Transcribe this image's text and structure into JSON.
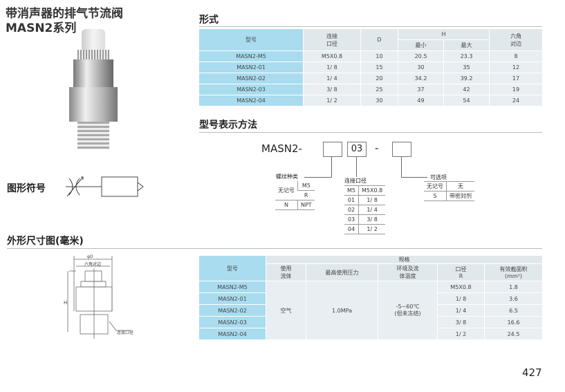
{
  "title": {
    "line1": "带消声器的排气节流阀",
    "line2": "MASN2系列"
  },
  "sections": {
    "form": "形式",
    "model_code": "型号表示方法",
    "symbol": "图形符号",
    "dimensions": "外形尺寸图(毫米)"
  },
  "table1": {
    "headers": {
      "model": "型号",
      "port": "连接\n口径",
      "d": "D",
      "h": "H",
      "h_min": "最小",
      "h_max": "最大",
      "hex": "六角\n对边"
    },
    "rows": [
      [
        "MASN2-M5",
        "M5X0.8",
        "10",
        "20.5",
        "23.3",
        "8"
      ],
      [
        "MASN2-01",
        "1/ 8",
        "15",
        "30",
        "35",
        "12"
      ],
      [
        "MASN2-02",
        "1/ 4",
        "20",
        "34.2",
        "39.2",
        "17"
      ],
      [
        "MASN2-03",
        "3/ 8",
        "25",
        "37",
        "42",
        "19"
      ],
      [
        "MASN2-04",
        "1/ 2",
        "30",
        "49",
        "54",
        "24"
      ]
    ]
  },
  "model_code": {
    "prefix": "MASN2-",
    "port_value": "03",
    "dash": "-",
    "thread": {
      "label": "螺纹种类",
      "none": "无记号",
      "m5": "M5",
      "r": "R",
      "n": "N",
      "npt": "NPT"
    },
    "port": {
      "label": "连接口径",
      "rows": [
        [
          "M5",
          "M5X0.8"
        ],
        [
          "01",
          "1/ 8"
        ],
        [
          "02",
          "1/ 4"
        ],
        [
          "03",
          "3/ 8"
        ],
        [
          "04",
          "1/ 2"
        ]
      ]
    },
    "option": {
      "label": "可选项",
      "rows": [
        [
          "无记号",
          "无"
        ],
        [
          "S",
          "带密封剂"
        ]
      ]
    }
  },
  "drawing": {
    "d": "φD",
    "hex": "六角对边",
    "h": "H",
    "port": "连接口径"
  },
  "table2": {
    "headers": {
      "model": "型号",
      "spec": "规格",
      "fluid": "使用\n流体",
      "pressure": "最高使用压力",
      "temp": "环境及流\n体温度",
      "port": "口径\nR",
      "area": "有效截面积\n(mm²)"
    },
    "fluid": "空气",
    "pressure": "1.0MPa",
    "temp": "-5~60℃\n(但未冻结)",
    "rows": [
      [
        "MASN2-M5",
        "M5X0.8",
        "1.8"
      ],
      [
        "MASN2-01",
        "1/ 8",
        "3.6"
      ],
      [
        "MASN2-02",
        "1/ 4",
        "6.5"
      ],
      [
        "MASN2-03",
        "3/ 8",
        "16.6"
      ],
      [
        "MASN2-04",
        "1/ 2",
        "24.5"
      ]
    ]
  },
  "page_number": "427"
}
